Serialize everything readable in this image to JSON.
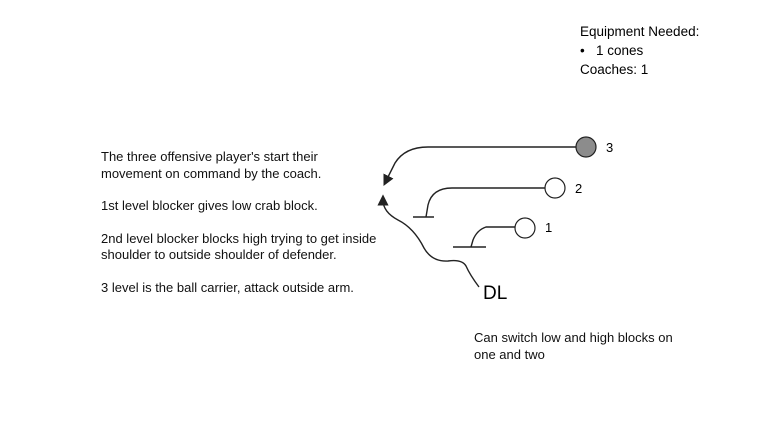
{
  "equipment": {
    "heading": "Equipment Needed:",
    "items": [
      "1 cones"
    ],
    "coaches": "Coaches: 1"
  },
  "description": [
    "The three offensive player's start their movement on command by the coach.",
    "1st level blocker gives low crab block.",
    "2nd level blocker blocks high trying to get inside shoulder to outside shoulder of defender.",
    "3 level is the ball carrier, attack outside arm."
  ],
  "diagram": {
    "players": [
      {
        "label": "3",
        "role": "ball carrier"
      },
      {
        "label": "2",
        "role": "2nd level blocker"
      },
      {
        "label": "1",
        "role": "1st level blocker"
      }
    ],
    "defender_label": "DL",
    "colors": {
      "ball_carrier_fill": "#8c8c8c",
      "line": "#222222"
    }
  },
  "note": "Can switch low and high blocks on one and two"
}
